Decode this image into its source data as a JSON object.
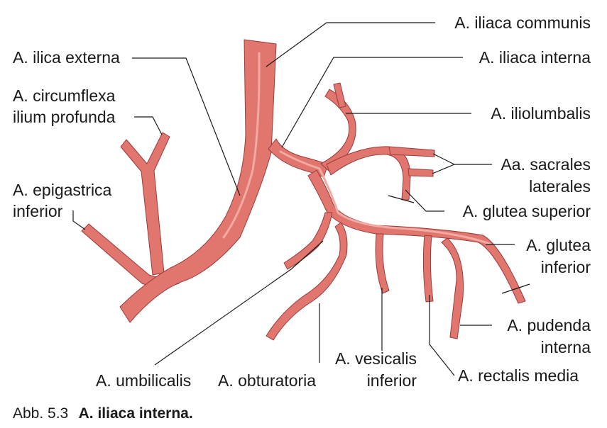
{
  "labels": {
    "iliaca_communis": "A. iliaca communis",
    "ilica_externa": "A. ilica externa",
    "iliaca_interna": "A. iliaca interna",
    "circumflexa_line1": "A. circumflexa",
    "circumflexa_line2": "ilium profunda",
    "iliolumbalis": "A. iliolumbalis",
    "sacrales_line1": "Aa. sacrales",
    "sacrales_line2": "laterales",
    "epigastrica_line1": "A. epigastrica",
    "epigastrica_line2": "inferior",
    "glutea_superior": "A. glutea superior",
    "glutea_inferior_line1": "A. glutea",
    "glutea_inferior_line2": "inferior",
    "pudenda_line1": "A. pudenda",
    "pudenda_line2": "interna",
    "vesicalis_line1": "A. vesicalis",
    "vesicalis_line2": "inferior",
    "rectalis_media": "A. rectalis media",
    "umbilicalis": "A. umbilicalis",
    "obturatoria": "A. obturatoria"
  },
  "caption": {
    "number": "Abb. 5.3",
    "title": "A. iliaca interna."
  },
  "colors": {
    "artery_fill": "#e0766e",
    "artery_stroke": "#9c3b3b",
    "highlight": "#f2aaa3",
    "text": "#1a1a1a"
  }
}
